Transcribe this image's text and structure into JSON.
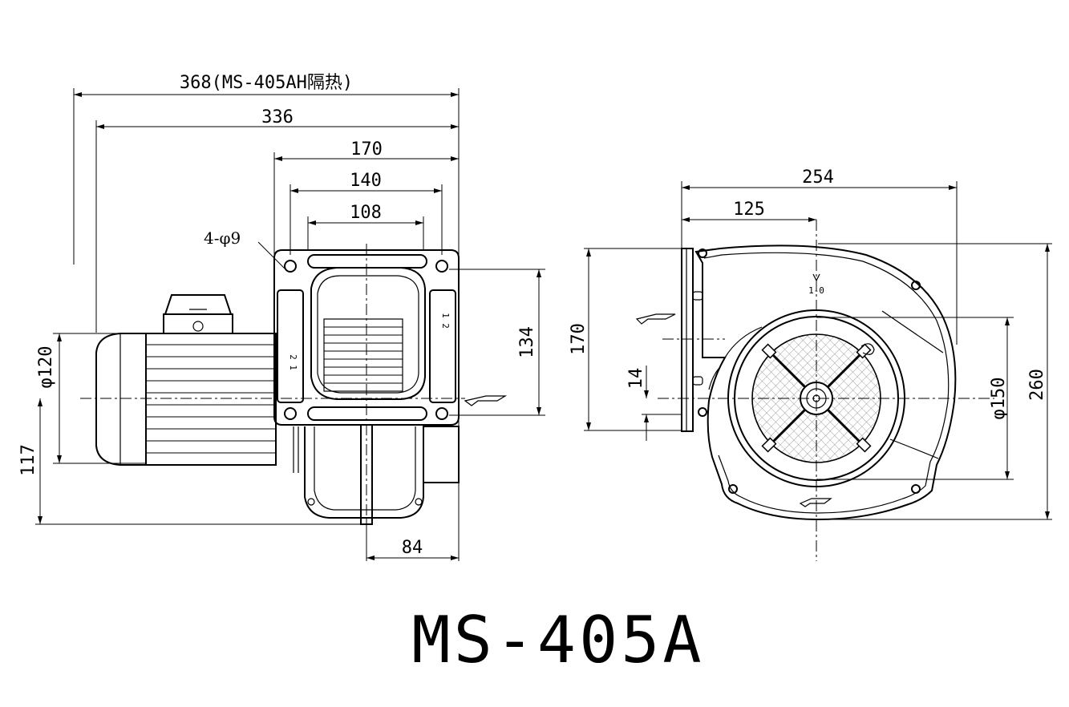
{
  "title": "MS-405A",
  "side_view": {
    "dim_overall_insulated": "368(MS-405AH隔热)",
    "dim_overall": "336",
    "dim_flange_width": "170",
    "dim_hole_span_outer": "140",
    "dim_hole_span_inner": "108",
    "hole_note": "4-φ9",
    "dim_hole_vertical": "134",
    "dim_motor_diameter": "φ120",
    "dim_center_height": "117",
    "dim_offset": "84",
    "nameplate_text_1": "1 2",
    "nameplate_text_2": "2 1"
  },
  "front_view": {
    "dim_width": "254",
    "dim_to_center": "125",
    "dim_outlet_height": "170",
    "dim_outlet_offset": "14",
    "dim_inlet_diameter": "φ150",
    "dim_height": "260",
    "label_top": "1-0"
  }
}
